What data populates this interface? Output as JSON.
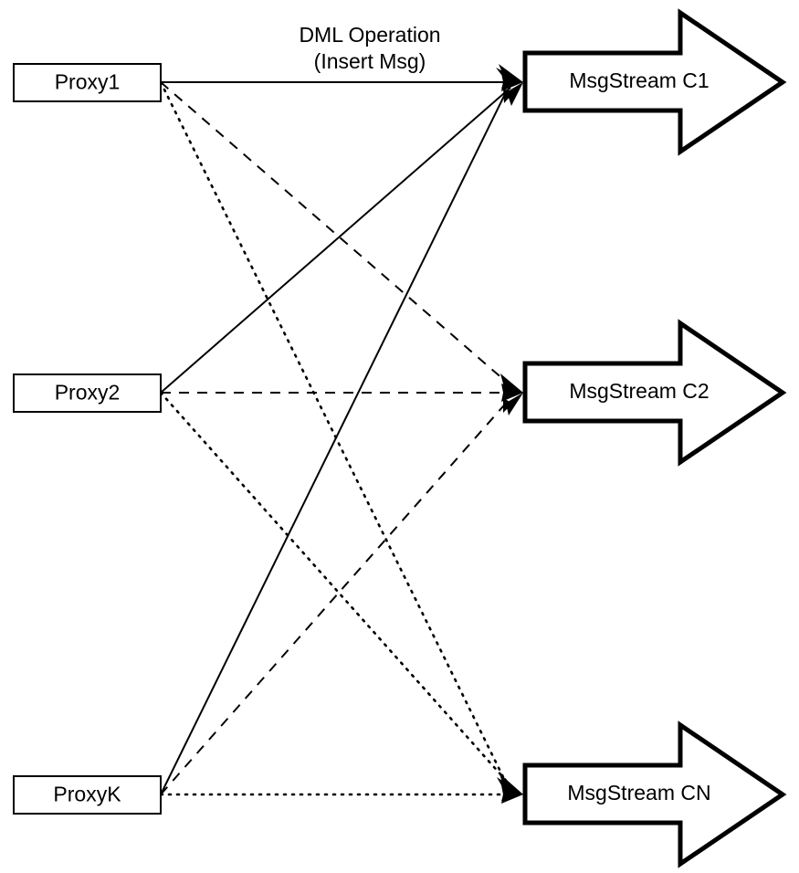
{
  "diagram": {
    "title_caption": {
      "line1": "DML Operation",
      "line2": "(Insert Msg)"
    },
    "proxies": [
      {
        "id": "proxy1",
        "label": "Proxy1"
      },
      {
        "id": "proxy2",
        "label": "Proxy2"
      },
      {
        "id": "proxyk",
        "label": "ProxyK"
      }
    ],
    "streams": [
      {
        "id": "c1",
        "label": "MsgStream C1"
      },
      {
        "id": "c2",
        "label": "MsgStream C2"
      },
      {
        "id": "cn",
        "label": "MsgStream CN"
      }
    ],
    "edges": [
      {
        "from": "Proxy1",
        "to": "MsgStream C1",
        "style": "solid"
      },
      {
        "from": "Proxy1",
        "to": "MsgStream C2",
        "style": "dashed"
      },
      {
        "from": "Proxy1",
        "to": "MsgStream CN",
        "style": "dotted"
      },
      {
        "from": "Proxy2",
        "to": "MsgStream C1",
        "style": "solid"
      },
      {
        "from": "Proxy2",
        "to": "MsgStream C2",
        "style": "dashed"
      },
      {
        "from": "Proxy2",
        "to": "MsgStream CN",
        "style": "dotted"
      },
      {
        "from": "ProxyK",
        "to": "MsgStream C1",
        "style": "solid"
      },
      {
        "from": "ProxyK",
        "to": "MsgStream C2",
        "style": "dashed"
      },
      {
        "from": "ProxyK",
        "to": "MsgStream CN",
        "style": "dotted"
      }
    ],
    "colors": {
      "stroke": "#000000",
      "fill": "#ffffff"
    }
  }
}
